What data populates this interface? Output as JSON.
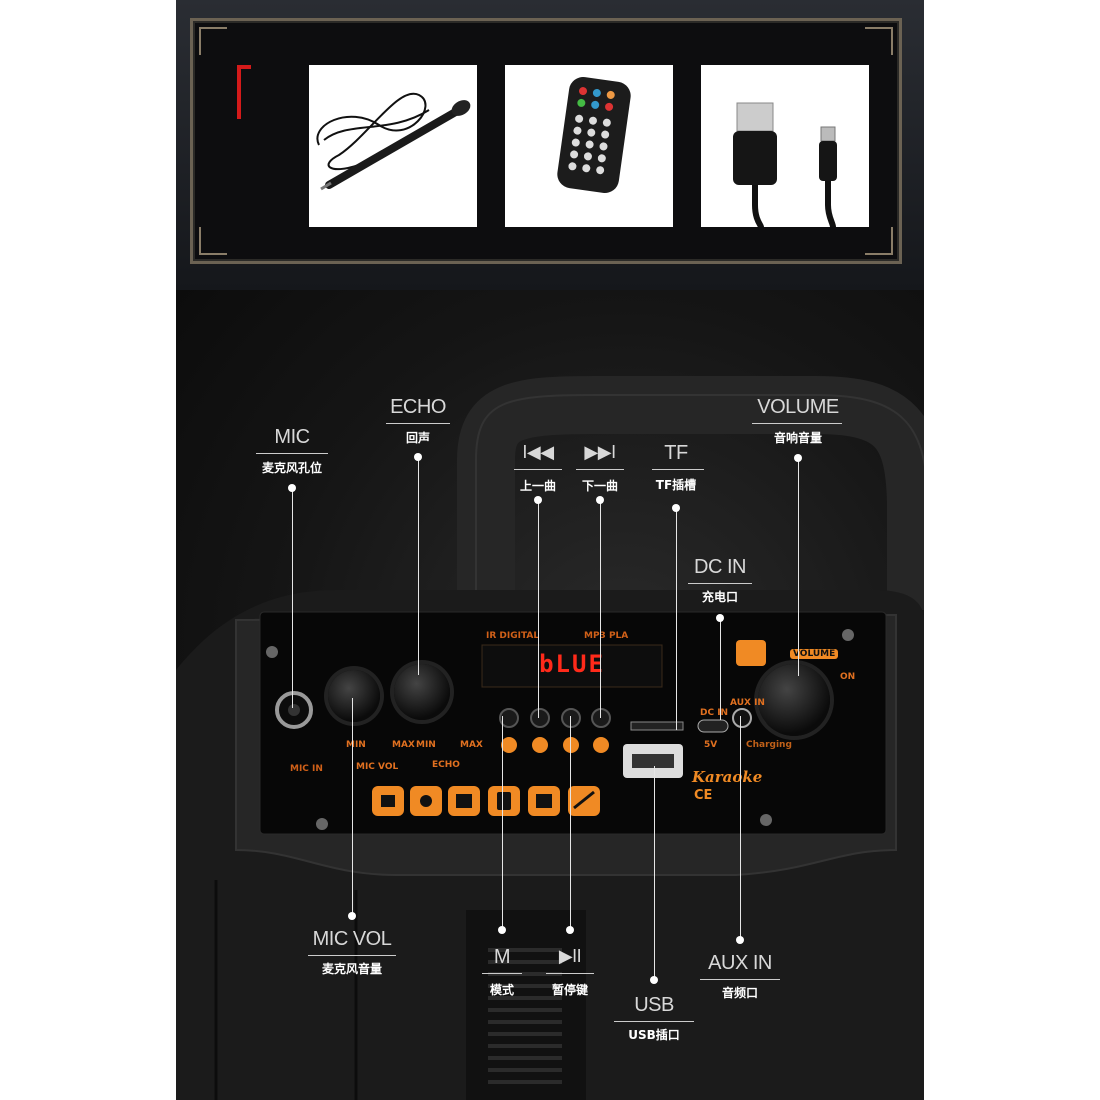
{
  "accessories": [
    {
      "name": "microphone"
    },
    {
      "name": "remote-control"
    },
    {
      "name": "usb-cable"
    }
  ],
  "panel": {
    "display_text": "bLUE",
    "badge_left": "IR DIGITAL",
    "badge_right": "MP3 PLA",
    "mic_in": "MIC IN",
    "mic_vol": "MIC VOL",
    "echo": "ECHO",
    "volume": "VOLUME",
    "on": "ON",
    "min1": "MIN",
    "max1": "MAX",
    "min2": "MIN",
    "max2": "MAX",
    "dc_in": "DC IN",
    "dc_5v": "5V",
    "aux_in": "AUX IN",
    "charging": "Charging",
    "brand": "Karaoke",
    "cert": "CE"
  },
  "callouts": {
    "mic": {
      "title": "MIC",
      "sub": "麦克风孔位"
    },
    "echo": {
      "title": "ECHO",
      "sub": "回声"
    },
    "prev": {
      "title": "I◀◀",
      "sub": "上一曲"
    },
    "next": {
      "title": "▶▶I",
      "sub": "下一曲"
    },
    "tf": {
      "title": "TF",
      "sub": "TF插槽"
    },
    "volume": {
      "title": "VOLUME",
      "sub": "音响音量"
    },
    "dcin": {
      "title": "DC IN",
      "sub": "充电口"
    },
    "micvol": {
      "title": "MIC VOL",
      "sub": "麦克风音量"
    },
    "mode": {
      "title": "M",
      "sub": "模式"
    },
    "pause": {
      "title": "▶II",
      "sub": "暂停键"
    },
    "usb": {
      "title": "USB",
      "sub": "USB插口"
    },
    "auxin": {
      "title": "AUX IN",
      "sub": "音频口"
    }
  },
  "colors": {
    "accent": "#f08a24",
    "display": "#ff2a1a",
    "frame": "#6b6253"
  }
}
